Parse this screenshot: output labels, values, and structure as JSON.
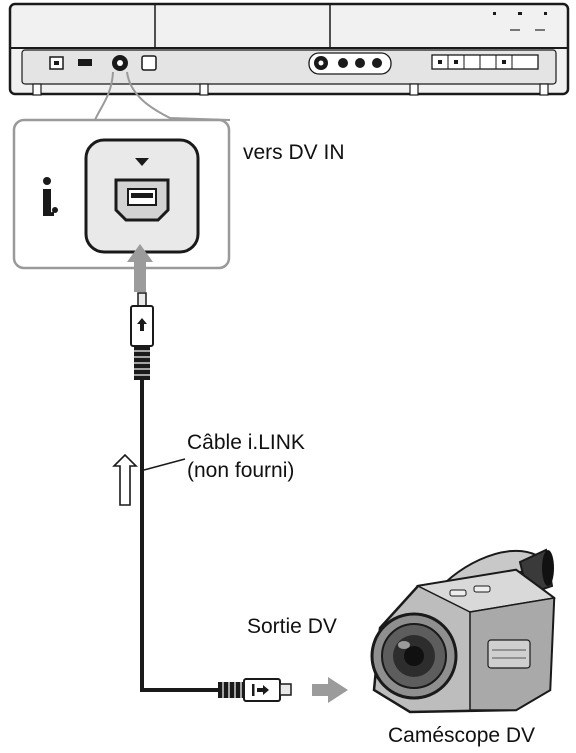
{
  "labels": {
    "port_label": "vers DV IN",
    "cable_line1": "Câble i.LINK",
    "cable_line2": "(non fourni)",
    "output_label": "Sortie DV",
    "device_label": "Caméscope DV"
  },
  "icons": {
    "ilink_symbol": "i.LINK logo (i-link-icon)",
    "dv_in_port": "dv-in-port-icon",
    "signal_arrows": "arrow-up-icon / arrow-right-icon"
  },
  "colors": {
    "line": "#1a1a1a",
    "panel_fill": "#e9e9e9",
    "callout_border": "#9a9a9a",
    "arrow_gray": "#9b9b9b"
  }
}
